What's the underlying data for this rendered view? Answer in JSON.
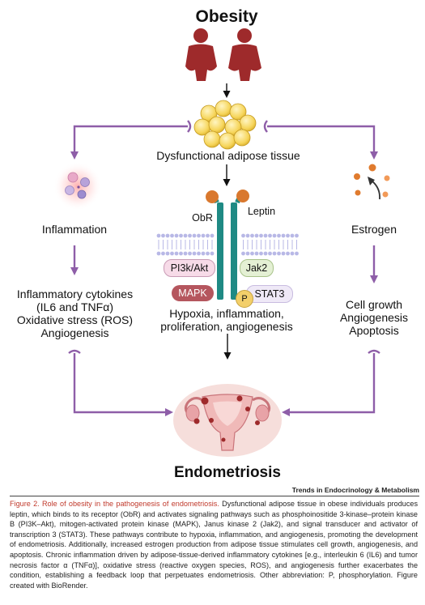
{
  "diagram": {
    "top_label": "Obesity",
    "adipose_label": "Dysfunctional adipose tissue",
    "obr_label": "ObR",
    "leptin_label": "Leptin",
    "pills": {
      "pi3k": "PI3k/Akt",
      "jak2": "Jak2",
      "mapk": "MAPK",
      "stat3": "STAT3",
      "phospho": "P"
    },
    "center_outcome": [
      "Hypoxia, inflammation,",
      "proliferation, angiogenesis"
    ],
    "left_branch": {
      "label": "Inflammation",
      "effects": [
        "Inflammatory cytokines",
        "(IL6 and TNFα)",
        "Oxidative stress (ROS)",
        "Angiogenesis"
      ]
    },
    "right_branch": {
      "label": "Estrogen",
      "effects": [
        "Cell growth",
        "Angiogenesis",
        "Apoptosis"
      ]
    },
    "bottom_label": "Endometriosis"
  },
  "colors": {
    "arrow_purple": "#8e5ea8",
    "figure_red": "#9e2a2b",
    "receptor_teal": "#1f8a84",
    "leptin_orange": "#d9782e",
    "membrane_blue": "#b8b8e6"
  },
  "footer": {
    "brand": "Trends in Endocrinology & Metabolism",
    "caption_title": "Figure 2. Role of obesity in the pathogenesis of endometriosis.",
    "caption_body": "Dysfunctional adipose tissue in obese individuals produces leptin, which binds to its receptor (ObR) and activates signaling pathways such as phosphoinositide 3-kinase–protein kinase B (PI3K–Akt), mitogen-activated protein kinase (MAPK), Janus kinase 2 (Jak2), and signal transducer and activator of transcription 3 (STAT3). These pathways contribute to hypoxia, inflammation, and angiogenesis, promoting the development of endometriosis. Additionally, increased estrogen production from adipose tissue stimulates cell growth, angiogenesis, and apoptosis. Chronic inflammation driven by adipose-tissue-derived inflammatory cytokines [e.g., interleukin 6 (IL6) and tumor necrosis factor α (TNFα)], oxidative stress (reactive oxygen species, ROS), and angiogenesis further exacerbates the condition, establishing a feedback loop that perpetuates endometriosis. Other abbreviation: P, phosphorylation. Figure created with BioRender."
  }
}
